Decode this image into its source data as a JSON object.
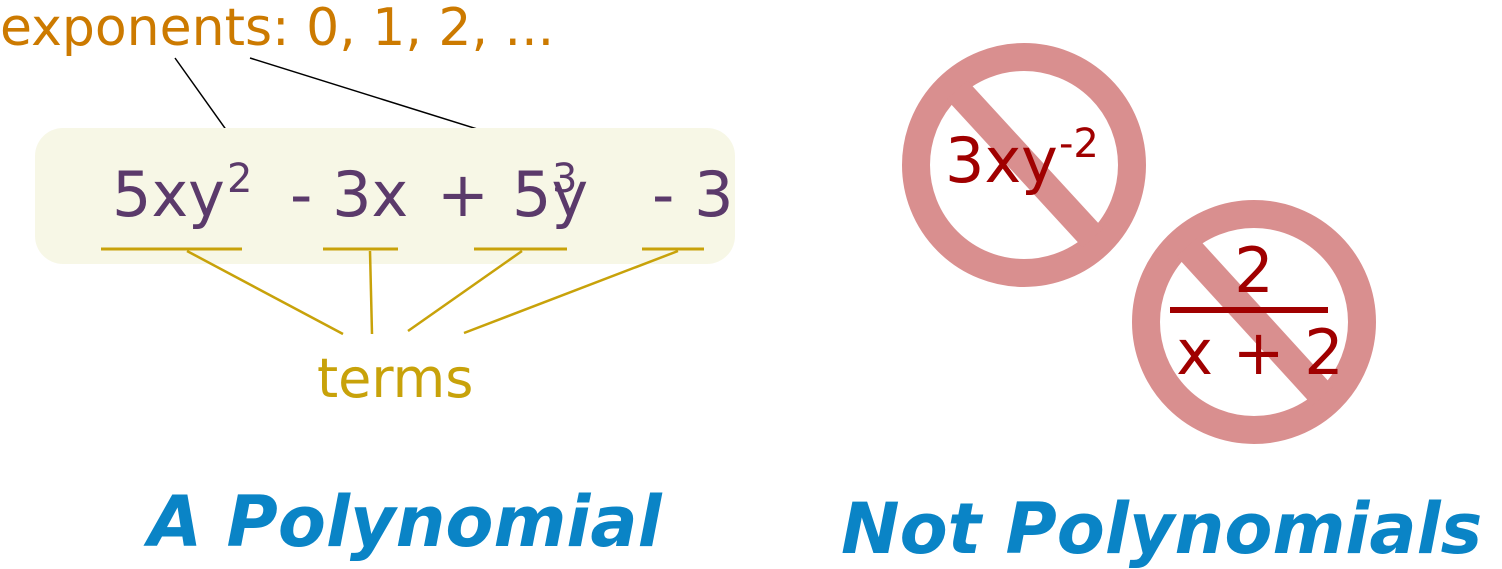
{
  "exponents_label": "exponents: 0, 1, 2, ...",
  "polynomial": {
    "term1_base": "5xy",
    "term1_exp": "2",
    "term2": "- 3x",
    "plus": "+",
    "term3_base": "5y",
    "term3_exp": "3",
    "term4": "- 3"
  },
  "terms_label": "terms",
  "caption_left": "A Polynomial",
  "caption_right": "Not Polynomials",
  "non_poly_1": {
    "base": "3xy",
    "exp": "-2"
  },
  "non_poly_2": {
    "numerator": "2",
    "denominator": "x + 2"
  },
  "colors": {
    "exponent_label": "#cc7a00",
    "polynomial_text": "#5b3a6b",
    "polynomial_box": "#f7f7e6",
    "terms": "#c8a20a",
    "caption": "#0a84c6",
    "no_sign": "#d98f8f",
    "non_poly_text": "#a00000"
  }
}
